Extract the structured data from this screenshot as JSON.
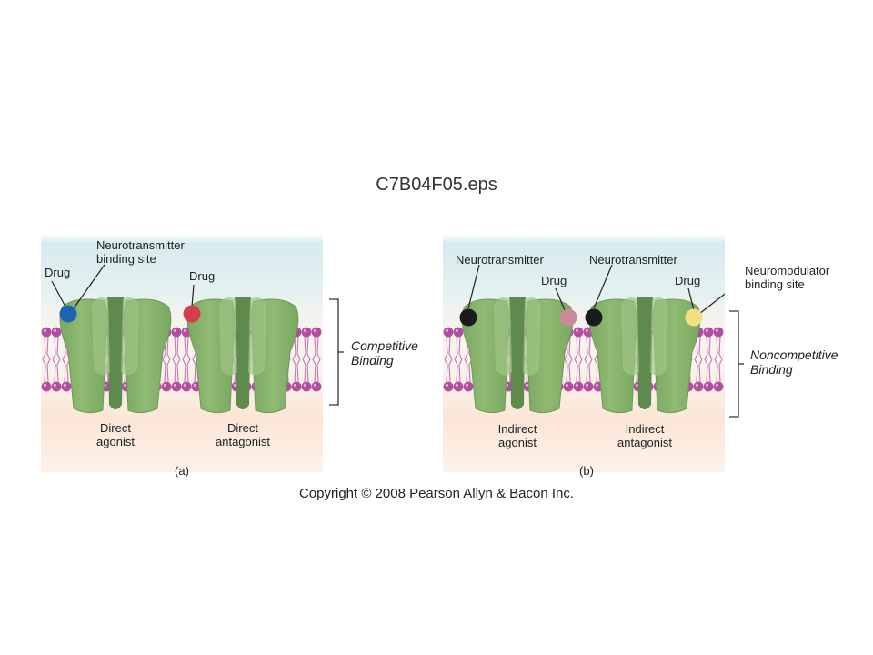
{
  "title": "C7B04F05.eps",
  "copyright": "Copyright © 2008 Pearson Allyn & Bacon Inc.",
  "colors": {
    "receptor": "#8fba72",
    "membrane": "#b24e9f",
    "extracellular": "#dcecee",
    "intracellular": "#fbe4d6",
    "direct_agonist_drug": "#1e63b5",
    "direct_antagonist_drug": "#d43d4e",
    "neurotransmitter": "#1b1b1b",
    "indirect_agonist_drug": "#c98a9a",
    "indirect_antagonist_drug": "#f2df80"
  },
  "panel_a": {
    "caption": "(a)",
    "bracket_label_line1": "Competitive",
    "bracket_label_line2": "Binding",
    "labels": {
      "drug1": "Drug",
      "nt_site_line1": "Neurotransmitter",
      "nt_site_line2": "binding site",
      "drug2": "Drug"
    },
    "receptors": [
      {
        "name_line1": "Direct",
        "name_line2": "agonist"
      },
      {
        "name_line1": "Direct",
        "name_line2": "antagonist"
      }
    ]
  },
  "panel_b": {
    "caption": "(b)",
    "bracket_label_line1": "Noncompetitive",
    "bracket_label_line2": "Binding",
    "labels": {
      "nt1": "Neurotransmitter",
      "drug1": "Drug",
      "nt2": "Neurotransmitter",
      "drug2": "Drug",
      "nm_site_line1": "Neuromodulator",
      "nm_site_line2": "binding site"
    },
    "receptors": [
      {
        "name_line1": "Indirect",
        "name_line2": "agonist"
      },
      {
        "name_line1": "Indirect",
        "name_line2": "antagonist"
      }
    ]
  }
}
